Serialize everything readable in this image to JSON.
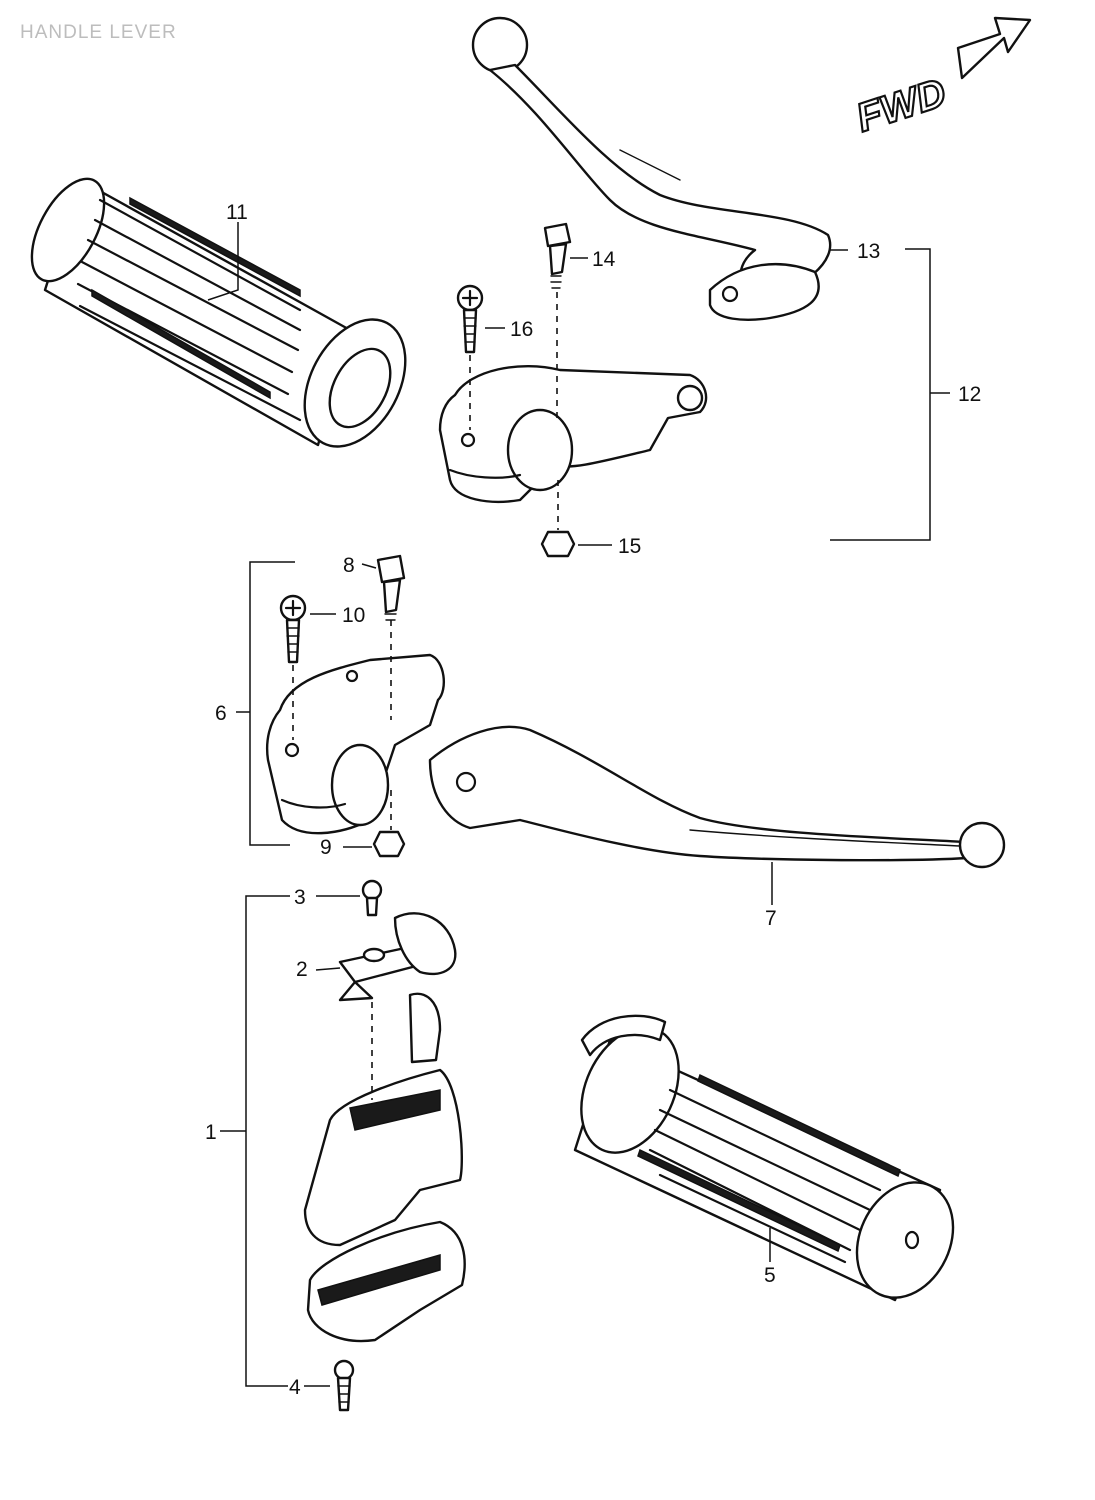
{
  "title": "HANDLE LEVER",
  "direction_label": "FWD",
  "parts": [
    {
      "id": "1"
    },
    {
      "id": "2"
    },
    {
      "id": "3"
    },
    {
      "id": "4"
    },
    {
      "id": "5"
    },
    {
      "id": "6"
    },
    {
      "id": "7"
    },
    {
      "id": "8"
    },
    {
      "id": "9"
    },
    {
      "id": "10"
    },
    {
      "id": "11"
    },
    {
      "id": "12"
    },
    {
      "id": "13"
    },
    {
      "id": "14"
    },
    {
      "id": "15"
    },
    {
      "id": "16"
    }
  ]
}
